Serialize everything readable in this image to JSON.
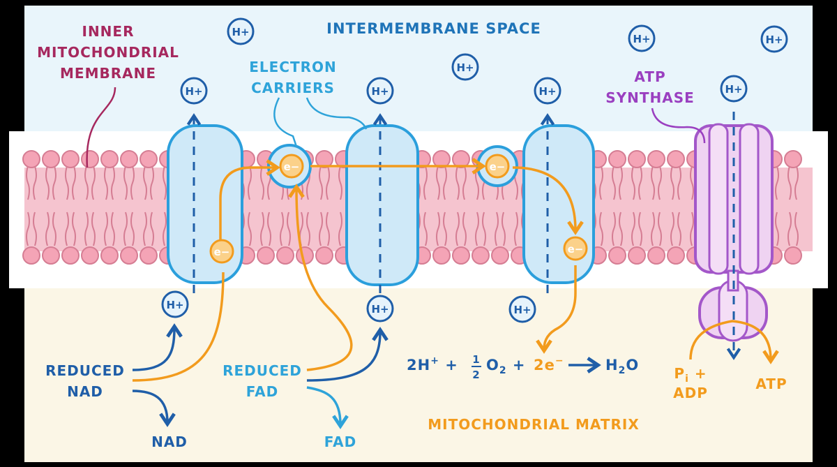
{
  "labels": {
    "intermembrane_space": "INTERMEMBRANE SPACE",
    "inner_membrane_1": "INNER",
    "inner_membrane_2": "MITOCHONDRIAL",
    "inner_membrane_3": "MEMBRANE",
    "electron_carriers_1": "ELECTRON",
    "electron_carriers_2": "CARRIERS",
    "atp_synthase_1": "ATP",
    "atp_synthase_2": "SYNTHASE",
    "mitochondrial_matrix": "MITOCHONDRIAL MATRIX",
    "reduced_nad_1": "REDUCED",
    "reduced_nad_2": "NAD",
    "nad": "NAD",
    "reduced_fad_1": "REDUCED",
    "reduced_fad_2": "FAD",
    "fad": "FAD",
    "pi_1": "P",
    "pi_sub": "i",
    "pi_plus": " +",
    "adp": "ADP",
    "atp": "ATP"
  },
  "equation": {
    "part1": "2H",
    "sup1": "+",
    "plus1": " + ",
    "frac_num": "1",
    "frac_den": "2",
    "o2": "O",
    "o2_sub": "2",
    "plus2": " + ",
    "electrons": "2e",
    "electrons_sup": "−",
    "water": "H",
    "water_sub": "2",
    "water_end": "O"
  },
  "tokens": {
    "proton": "H+",
    "electron": "e−"
  },
  "colors": {
    "intermembrane": "#e9f5fb",
    "matrix": "#fbf6e6",
    "membrane_band": "#f5c4cf",
    "phospholipid_head": "#f4a4b6",
    "phospholipid_stroke": "#d57d93",
    "protein_fill": "#cfe9f8",
    "protein_stroke": "#2b9fdc",
    "synthase_fill": "#efd3f2",
    "synthase_stroke": "#a357c9",
    "electron_orange": "#f29b1d",
    "dark_blue": "#1f5ea8",
    "label_blue": "#1f74b8",
    "light_blue_label": "#2ea3d9",
    "maroon": "#a6285e",
    "purple": "#9a3fc0",
    "orange_label": "#f29b1d"
  }
}
